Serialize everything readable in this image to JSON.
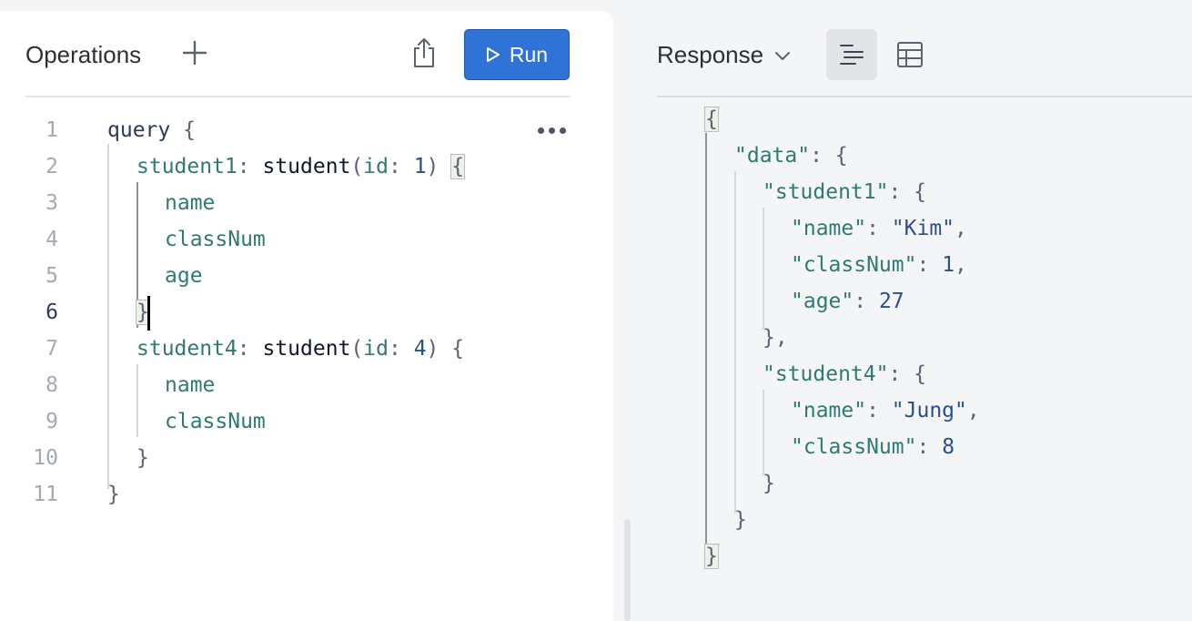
{
  "operations": {
    "title": "Operations",
    "run_label": "Run"
  },
  "response": {
    "title": "Response"
  },
  "editor": {
    "line_numbers": [
      "1",
      "2",
      "3",
      "4",
      "5",
      "6",
      "7",
      "8",
      "9",
      "10",
      "11"
    ],
    "query_kw": "query",
    "alias1": "student1",
    "alias4": "student4",
    "func": "student",
    "arg_name": "id",
    "arg1": "1",
    "arg4": "4",
    "f_name": "name",
    "f_classNum": "classNum",
    "f_age": "age"
  },
  "result": {
    "data_key": "\"data\"",
    "student1_key": "\"student1\"",
    "student4_key": "\"student4\"",
    "name_key": "\"name\"",
    "classNum_key": "\"classNum\"",
    "age_key": "\"age\"",
    "s1_name": "\"Kim\"",
    "s1_classNum": "1",
    "s1_age": "27",
    "s4_name": "\"Jung\"",
    "s4_classNum": "8"
  },
  "colors": {
    "accent": "#2f73d6",
    "field": "#2f7a72",
    "number": "#2a4f8a"
  },
  "icons": [
    "plus-icon",
    "share-icon",
    "play-icon",
    "chevron-down-icon",
    "text-view-icon",
    "table-view-icon",
    "more-icon"
  ]
}
